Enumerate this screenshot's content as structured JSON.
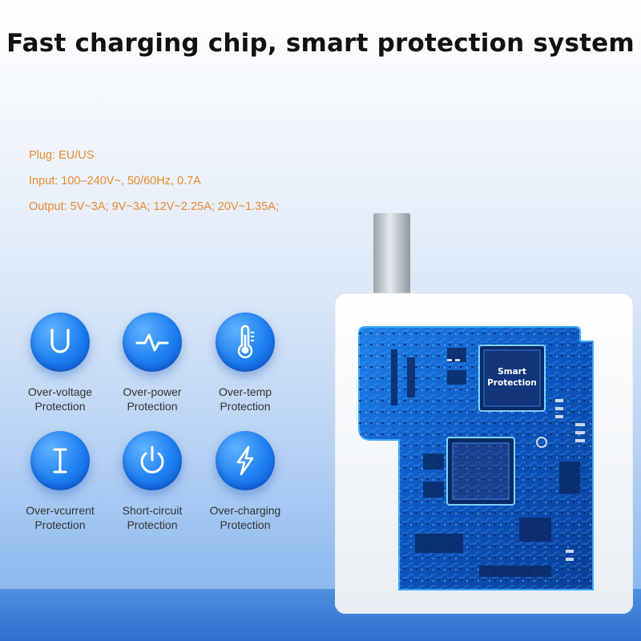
{
  "title": "Fast charging chip, smart protection system",
  "specs": {
    "plug": "Plug: EU/US",
    "input": "Input: 100–240V~, 50/60Hz, 0.7A",
    "output": "Output: 5V~3A; 9V~3A; 12V~2.25A; 20V~1.35A;"
  },
  "features": [
    {
      "icon": "u-letter-icon",
      "line1": "Over-voltage",
      "line2": "Protection"
    },
    {
      "icon": "pulse-wave-icon",
      "line1": "Over-power",
      "line2": "Protection"
    },
    {
      "icon": "thermometer-icon",
      "line1": "Over-temp",
      "line2": "Protection"
    },
    {
      "icon": "i-letter-icon",
      "line1": "Over-vcurrent",
      "line2": "Protection"
    },
    {
      "icon": "power-icon",
      "line1": "Short-circuit",
      "line2": "Protection"
    },
    {
      "icon": "lightning-bolt-icon",
      "line1": "Over-charging",
      "line2": "Protection"
    }
  ],
  "chip": {
    "line1": "Smart",
    "line2": "Protection"
  },
  "colors": {
    "accent_blue": "#1d7ff0",
    "spec_orange": "#e88a2c",
    "circuit_blue": "#0b4fb0"
  }
}
